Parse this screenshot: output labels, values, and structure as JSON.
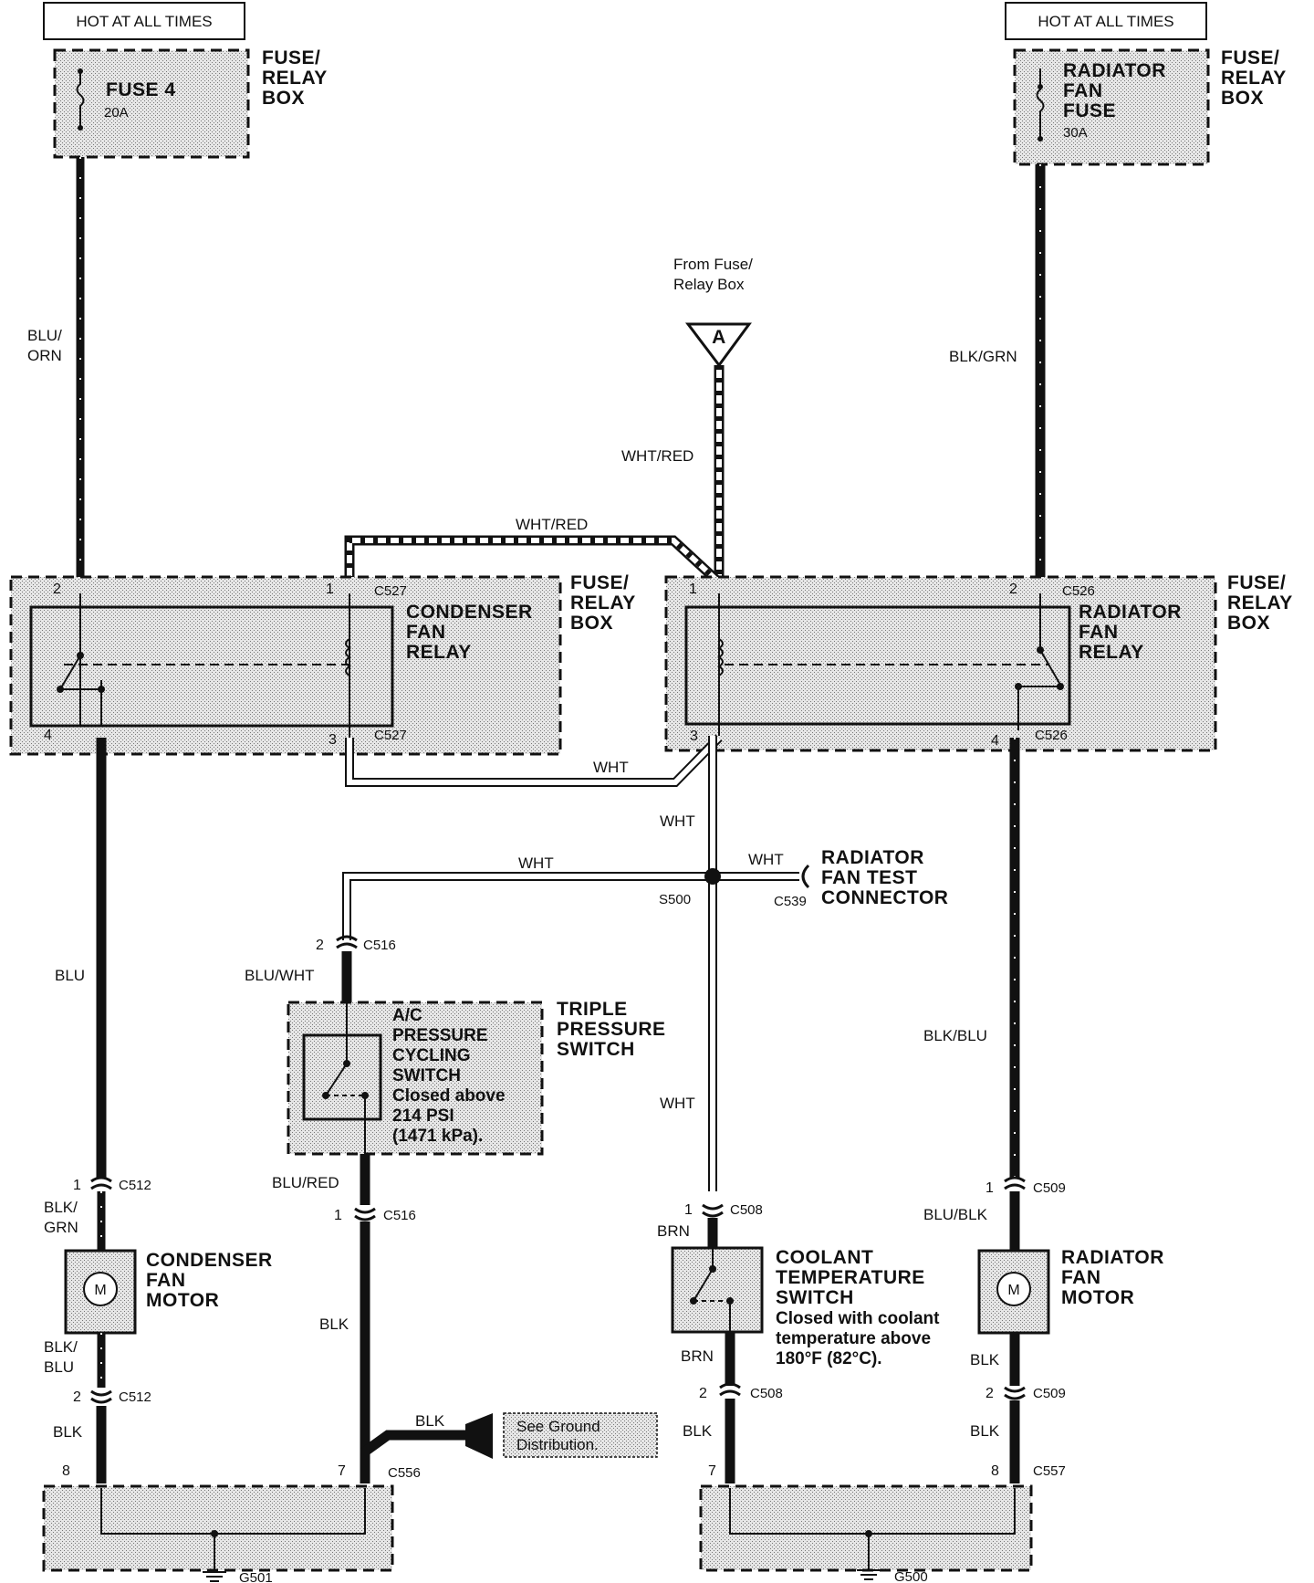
{
  "power": {
    "left_hot": "HOT AT ALL TIMES",
    "right_hot": "HOT AT ALL TIMES",
    "from_fuse_line1": "From Fuse/",
    "from_fuse_line2": "Relay Box",
    "connector_letter": "A"
  },
  "fuse_relay_box_label": [
    "FUSE/",
    "RELAY",
    "BOX"
  ],
  "fuses": {
    "left": {
      "name": "FUSE 4",
      "rating": "20A"
    },
    "right": {
      "name_lines": [
        "RADIATOR",
        "FAN",
        "FUSE"
      ],
      "rating": "30A"
    }
  },
  "relays": {
    "condenser": {
      "lines": [
        "CONDENSER",
        "FAN",
        "RELAY"
      ],
      "pins": [
        "2",
        "1",
        "4",
        "3"
      ],
      "connector": "C527"
    },
    "radiator": {
      "lines": [
        "RADIATOR",
        "FAN",
        "RELAY"
      ],
      "pins": [
        "1",
        "2",
        "3",
        "4"
      ],
      "connector": "C526"
    }
  },
  "wires": {
    "blu_orn_line1": "BLU/",
    "blu_orn_line2": "ORN",
    "blk_grn": "BLK/GRN",
    "wht_red_vertical": "WHT/RED",
    "wht_red_top": "WHT/RED",
    "wht_bottom_relay": "WHT",
    "wht_a": "WHT",
    "wht_b": "WHT",
    "wht_c": "WHT",
    "wht_d": "WHT",
    "blu": "BLU",
    "blu_wht": "BLU/WHT",
    "blk_blu": "BLK/BLU",
    "blu_red": "BLU/RED",
    "blk_grn_motor_line1": "BLK/",
    "blk_grn_motor_line2": "GRN",
    "blk_blu_motor_line1": "BLK/",
    "blk_blu_motor_line2": "BLU",
    "blk_1": "BLK",
    "blk_2": "BLK",
    "blk_3": "BLK",
    "blk_4": "BLK",
    "blk_5": "BLK",
    "blk_6": "BLK",
    "blu_blk": "BLU/BLK",
    "brn_1": "BRN",
    "brn_2": "BRN"
  },
  "splice": "S500",
  "test_connector": {
    "id": "C539",
    "lines": [
      "RADIATOR",
      "FAN TEST",
      "CONNECTOR"
    ]
  },
  "triple_switch": {
    "title_lines": [
      "TRIPLE",
      "PRESSURE",
      "SWITCH"
    ],
    "inner_lines": [
      "A/C",
      "PRESSURE",
      "CYCLING",
      "SWITCH",
      "Closed above",
      "214 PSI",
      "(1471 kPa)."
    ]
  },
  "coolant_switch": {
    "title_lines": [
      "COOLANT",
      "TEMPERATURE",
      "SWITCH"
    ],
    "desc_lines": [
      "Closed with coolant",
      "temperature above",
      "180°F (82°C)."
    ]
  },
  "condenser_motor": {
    "lines": [
      "CONDENSER",
      "FAN",
      "MOTOR"
    ],
    "symbol": "M"
  },
  "radiator_motor": {
    "lines": [
      "RADIATOR",
      "FAN",
      "MOTOR"
    ],
    "symbol": "M"
  },
  "connectors": {
    "c516_top": {
      "pin": "2",
      "id": "C516"
    },
    "c516_bot": {
      "pin": "1",
      "id": "C516"
    },
    "c512_top": {
      "pin": "1",
      "id": "C512"
    },
    "c512_bot": {
      "pin": "2",
      "id": "C512"
    },
    "c508_top": {
      "pin": "1",
      "id": "C508"
    },
    "c508_bot": {
      "pin": "2",
      "id": "C508"
    },
    "c509_top": {
      "pin": "1",
      "id": "C509"
    },
    "c509_bot": {
      "pin": "2",
      "id": "C509"
    },
    "c556": {
      "pins": [
        "8",
        "7"
      ],
      "id": "C556"
    },
    "c557": {
      "pins": [
        "7",
        "8"
      ],
      "id": "C557"
    }
  },
  "ground_note_lines": [
    "See Ground",
    "Distribution."
  ],
  "grounds": {
    "left": "G501",
    "right": "G500"
  }
}
